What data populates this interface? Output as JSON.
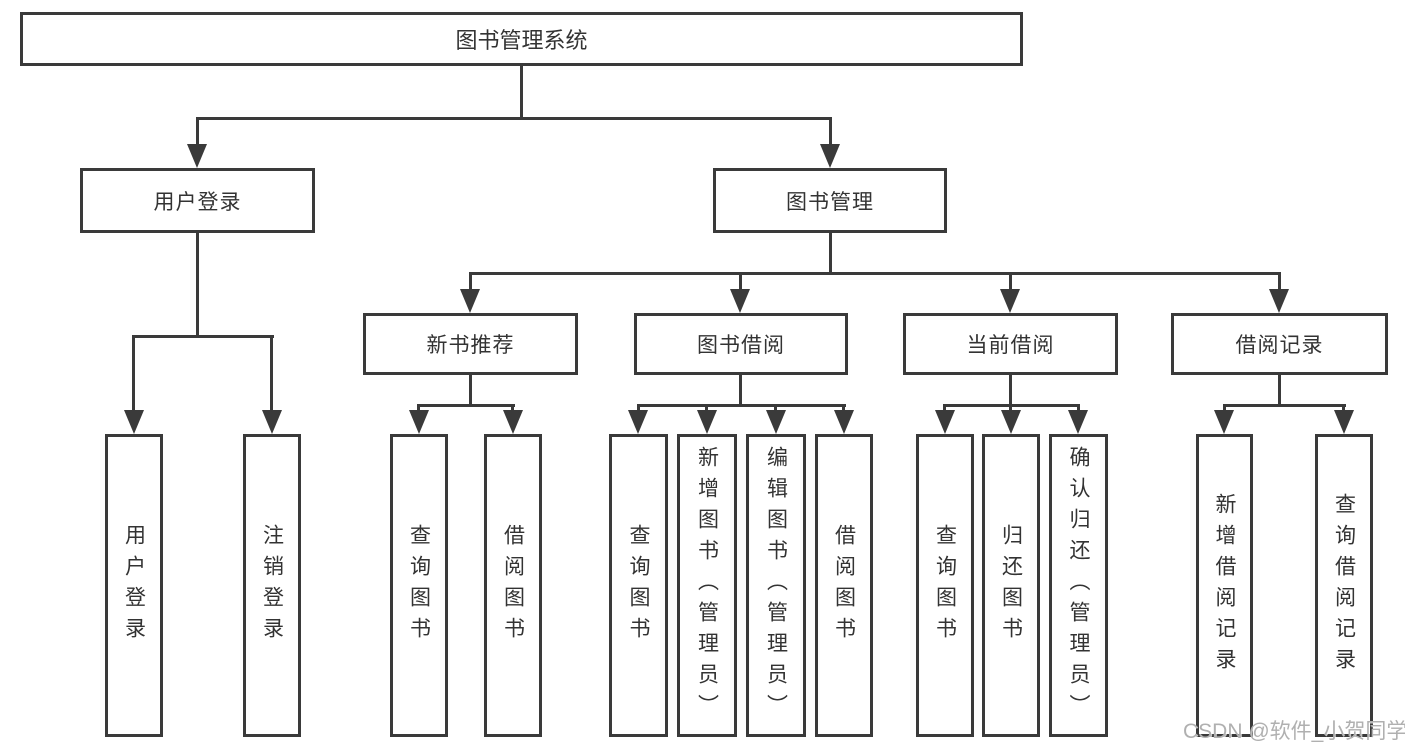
{
  "colors": {
    "line": "#3a3a3a",
    "text": "#333333",
    "watermark": "#b0b0b0"
  },
  "tree": {
    "root": {
      "label": "图书管理系统"
    },
    "branches": [
      {
        "label": "用户登录",
        "children": [
          {
            "label": "用户登录"
          },
          {
            "label": "注销登录"
          }
        ]
      },
      {
        "label": "图书管理",
        "groups": [
          {
            "label": "新书推荐",
            "children": [
              {
                "label": "查询图书"
              },
              {
                "label": "借阅图书"
              }
            ]
          },
          {
            "label": "图书借阅",
            "children": [
              {
                "label": "查询图书"
              },
              {
                "label": "新增图书（管理员）"
              },
              {
                "label": "编辑图书（管理员）"
              },
              {
                "label": "借阅图书"
              }
            ]
          },
          {
            "label": "当前借阅",
            "children": [
              {
                "label": "查询图书"
              },
              {
                "label": "归还图书"
              },
              {
                "label": "确认归还（管理员）"
              }
            ]
          },
          {
            "label": "借阅记录",
            "children": [
              {
                "label": "新增借阅记录"
              },
              {
                "label": "查询借阅记录"
              }
            ]
          }
        ]
      }
    ]
  },
  "watermark": {
    "text": "CSDN @软件_小贺同学"
  }
}
